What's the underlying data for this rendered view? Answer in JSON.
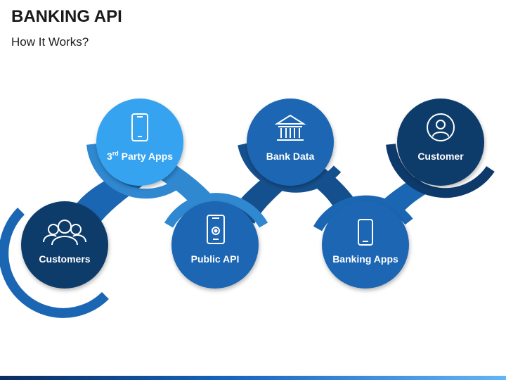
{
  "header": {
    "title": "BANKING API",
    "subtitle": "How It Works?"
  },
  "nodes": [
    {
      "id": "customers",
      "label": "Customers",
      "icon": "group-icon"
    },
    {
      "id": "third-party-apps",
      "label_main": "3",
      "label_sup": "rd",
      "label_rest": " Party Apps",
      "icon": "smartphone-icon"
    },
    {
      "id": "public-api",
      "label": "Public API",
      "icon": "phone-settings-icon"
    },
    {
      "id": "bank-data",
      "label": "Bank Data",
      "icon": "bank-building-icon"
    },
    {
      "id": "banking-apps",
      "label": "Banking Apps",
      "icon": "mobile-phone-icon"
    },
    {
      "id": "customer",
      "label": "Customer",
      "icon": "person-icon"
    }
  ],
  "colors": {
    "navy": "#0d3a6b",
    "blue": "#1b66b3",
    "light_blue": "#34a3f0",
    "connector_blue": "#2f88d0",
    "connector_dark": "#15508e"
  }
}
